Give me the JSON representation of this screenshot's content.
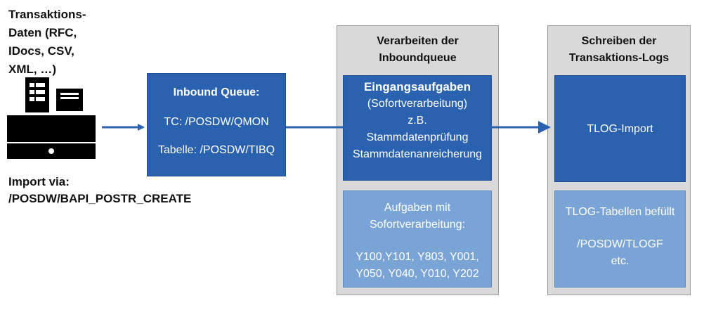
{
  "source": {
    "label": "Transaktions-\nDaten (RFC,\nIDocs, CSV,\nXML, …)",
    "icon": "cash-register-icon"
  },
  "import": {
    "line1": "Import via:",
    "line2": "/POSDW/BAPI_POSTR_CREATE"
  },
  "inbound_queue": {
    "title": "Inbound Queue:",
    "tc": "TC: /POSDW/QMON",
    "table": "Tabelle: /POSDW/TIBQ"
  },
  "process_panel": {
    "title_line1": "Verarbeiten der",
    "title_line2": "Inboundqueue",
    "inbound_tasks": {
      "title": "Eingangsaufgaben",
      "lines": [
        "(Sofortverarbeitung)",
        "z.B.",
        "Stammdatenprüfung",
        "Stammdatenanreicherung"
      ]
    },
    "immediate_tasks": {
      "title_line1": "Aufgaben mit",
      "title_line2": "Sofortverarbeitung:",
      "codes_line1": "Y100,Y101, Y803, Y001,",
      "codes_line2": "Y050, Y040, Y010, Y202"
    }
  },
  "tlog_panel": {
    "title_line1": "Schreiben der",
    "title_line2": "Transaktions-Logs",
    "tlog_import": "TLOG-Import",
    "tlog_tables": {
      "line1": "TLOG-Tabellen befüllt",
      "line2": "/POSDW/TLOGF",
      "line3": "etc."
    }
  },
  "colors": {
    "dark_blue": "#2a62b0",
    "light_blue": "#7aa4d6",
    "panel_gray": "#d9d9d9",
    "arrow": "#2a62b0"
  }
}
